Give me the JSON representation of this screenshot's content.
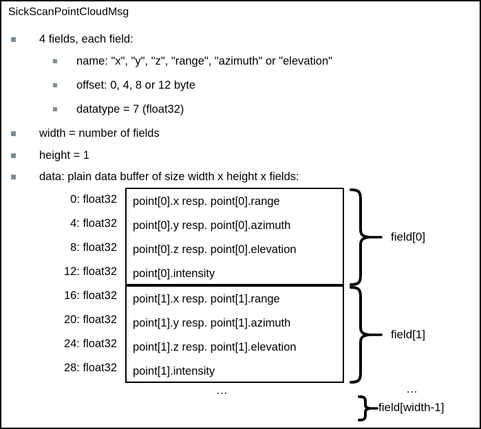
{
  "diagram": {
    "title": "SickScanPointCloudMsg",
    "bullets": [
      {
        "level": 1,
        "text": "4 fields, each field:"
      },
      {
        "level": 2,
        "text": "name: \"x\", \"y\", \"z\", \"range\", \"azimuth\"  or \"elevation\""
      },
      {
        "level": 2,
        "text": "offset: 0, 4, 8 or 12 byte"
      },
      {
        "level": 2,
        "text": "datatype = 7 (float32)"
      },
      {
        "level": 1,
        "text": "width = number of fields"
      },
      {
        "level": 1,
        "text": "height = 1"
      },
      {
        "level": 1,
        "text": "data: plain data buffer of size width x height x fields:"
      }
    ],
    "offsets": [
      "0: float32",
      "4: float32",
      "8: float32",
      "12: float32",
      "16: float32",
      "20: float32",
      "24: float32",
      "28: float32"
    ],
    "field_boxes": [
      {
        "label": "field[0]",
        "rows": [
          "point[0].x resp. point[0].range",
          "point[0].y resp. point[0].azimuth",
          "point[0].z resp. point[0].elevation",
          "point[0].intensity"
        ]
      },
      {
        "label": "field[1]",
        "rows": [
          "point[1].x resp. point[1].range",
          "point[1].y resp. point[1].azimuth",
          "point[1].z resp. point[1].elevation",
          "point[1].intensity"
        ]
      }
    ],
    "ellipsis_center": "…",
    "ellipsis_right": "…",
    "last_field_label": "field[width-1]",
    "colors": {
      "border": "#000000",
      "background": "#ffffff",
      "bullet": "#7f8c94",
      "text": "#000000"
    }
  }
}
